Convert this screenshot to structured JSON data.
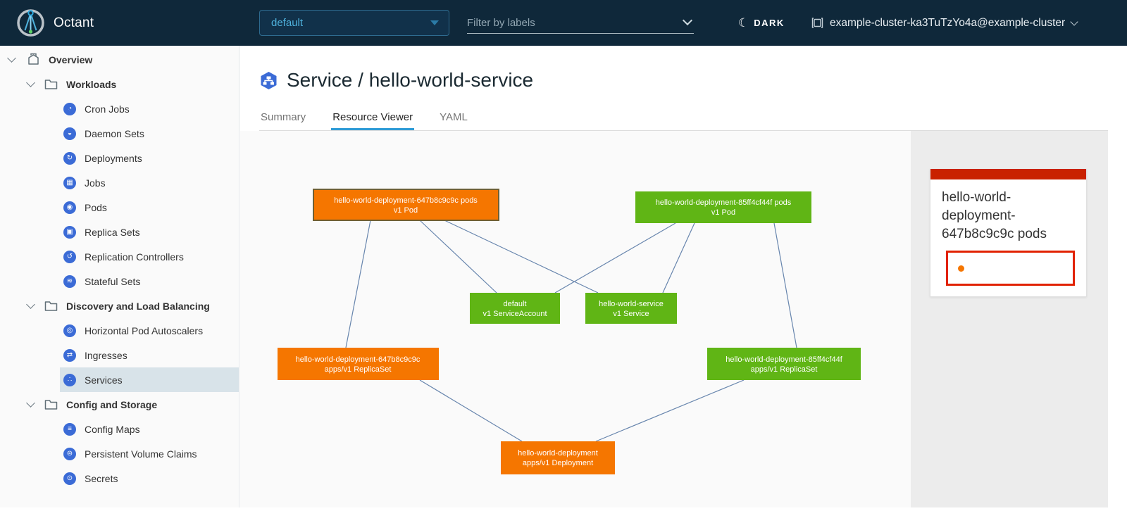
{
  "header": {
    "app_name": "Octant",
    "namespace": {
      "value": "default"
    },
    "filter": {
      "placeholder": "Filter by labels"
    },
    "theme_toggle": {
      "label": "DARK",
      "icon": "moon-icon"
    },
    "cluster": {
      "label": "example-cluster-ka3TuTzYo4a@example-cluster",
      "icon": "cluster-icon"
    }
  },
  "sidebar": {
    "items": [
      {
        "label": "Overview",
        "level": 0,
        "icon": "overview-icon",
        "expanded": true
      },
      {
        "label": "Workloads",
        "level": 1,
        "icon": "folder-icon",
        "expanded": true
      },
      {
        "label": "Cron Jobs",
        "level": 2,
        "icon": "cronjobs-icon",
        "glyph": "◔"
      },
      {
        "label": "Daemon Sets",
        "level": 2,
        "icon": "daemonsets-icon",
        "glyph": "◒"
      },
      {
        "label": "Deployments",
        "level": 2,
        "icon": "deployments-icon",
        "glyph": "↻"
      },
      {
        "label": "Jobs",
        "level": 2,
        "icon": "jobs-icon",
        "glyph": "▦"
      },
      {
        "label": "Pods",
        "level": 2,
        "icon": "pods-icon",
        "glyph": "◉"
      },
      {
        "label": "Replica Sets",
        "level": 2,
        "icon": "replicasets-icon",
        "glyph": "▣"
      },
      {
        "label": "Replication Controllers",
        "level": 2,
        "icon": "replicationcontrollers-icon",
        "glyph": "↺"
      },
      {
        "label": "Stateful Sets",
        "level": 2,
        "icon": "statefulsets-icon",
        "glyph": "≋"
      },
      {
        "label": "Discovery and Load Balancing",
        "level": 1,
        "icon": "folder-icon",
        "expanded": true
      },
      {
        "label": "Horizontal Pod Autoscalers",
        "level": 2,
        "icon": "hpa-icon",
        "glyph": "◎"
      },
      {
        "label": "Ingresses",
        "level": 2,
        "icon": "ingresses-icon",
        "glyph": "⇄"
      },
      {
        "label": "Services",
        "level": 2,
        "icon": "services-icon",
        "glyph": "∴",
        "selected": true
      },
      {
        "label": "Config and Storage",
        "level": 1,
        "icon": "folder-icon",
        "expanded": true
      },
      {
        "label": "Config Maps",
        "level": 2,
        "icon": "configmaps-icon",
        "glyph": "≡"
      },
      {
        "label": "Persistent Volume Claims",
        "level": 2,
        "icon": "pvc-icon",
        "glyph": "⊜"
      },
      {
        "label": "Secrets",
        "level": 2,
        "icon": "secrets-icon",
        "glyph": "⊙"
      }
    ]
  },
  "main": {
    "resource_icon": "service-icon",
    "title": "Service / hello-world-service",
    "tabs": [
      {
        "label": "Summary",
        "active": false
      },
      {
        "label": "Resource Viewer",
        "active": true
      },
      {
        "label": "YAML",
        "active": false
      }
    ]
  },
  "graph": {
    "nodes": [
      {
        "id": "pod-647",
        "label": "hello-world-deployment-647b8c9c9c pods",
        "meta": "v1 Pod",
        "status": "warning",
        "selected": true
      },
      {
        "id": "pod-85f",
        "label": "hello-world-deployment-85ff4cf44f pods",
        "meta": "v1 Pod",
        "status": "ok",
        "selected": false
      },
      {
        "id": "serviceaccount",
        "label": "default",
        "meta": "v1 ServiceAccount",
        "status": "ok",
        "selected": false
      },
      {
        "id": "service",
        "label": "hello-world-service",
        "meta": "v1 Service",
        "status": "ok",
        "selected": false
      },
      {
        "id": "rs-647",
        "label": "hello-world-deployment-647b8c9c9c",
        "meta": "apps/v1 ReplicaSet",
        "status": "warning",
        "selected": false
      },
      {
        "id": "rs-85f",
        "label": "hello-world-deployment-85ff4cf44f",
        "meta": "apps/v1 ReplicaSet",
        "status": "ok",
        "selected": false
      },
      {
        "id": "deployment",
        "label": "hello-world-deployment",
        "meta": "apps/v1 Deployment",
        "status": "warning",
        "selected": false
      }
    ],
    "edges": [
      [
        "pod-647",
        "rs-647"
      ],
      [
        "pod-647",
        "serviceaccount"
      ],
      [
        "pod-647",
        "service"
      ],
      [
        "pod-85f",
        "serviceaccount"
      ],
      [
        "pod-85f",
        "service"
      ],
      [
        "pod-85f",
        "rs-85f"
      ],
      [
        "rs-647",
        "deployment"
      ],
      [
        "rs-85f",
        "deployment"
      ]
    ],
    "colors": {
      "ok": "#60b515",
      "warning": "#f57600",
      "edge": "#6785ad",
      "selected_border": "#6f5f33"
    }
  },
  "panel": {
    "card": {
      "title": "hello-world-deployment-647b8c9c9c pods",
      "status_color": "#c92100",
      "selection_border": "#e12200",
      "dot_icon": "status-dot",
      "dot_color": "#f57600"
    }
  }
}
